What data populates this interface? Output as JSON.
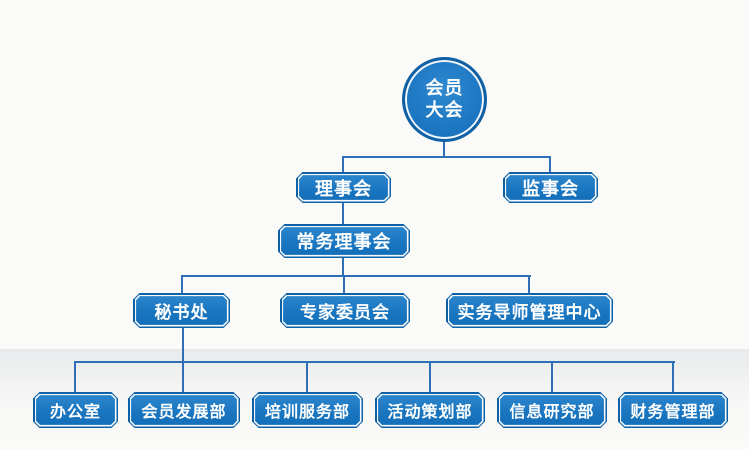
{
  "diagram": {
    "type": "organization-chart",
    "language": "zh-CN",
    "palette": {
      "node_fill": "#1a76c1",
      "node_fill_light": "#2b86cd",
      "node_border": "#0e61a7",
      "node_inner_outline": "#ffffff",
      "connector_line": "#2e6fb7",
      "label_text": "#ffffff",
      "background": "#fafaf8"
    },
    "nodes": {
      "root": {
        "line1": "会员",
        "line2": "大会",
        "label": "会员大会"
      },
      "council": "理事会",
      "supervisory_board": "监事会",
      "standing_council": "常务理事会",
      "secretariat": "秘书处",
      "expert_committee": "专家委员会",
      "mentor_center": "实务导师管理中心",
      "office": "办公室",
      "membership_dept": "会员发展部",
      "training_dept": "培训服务部",
      "event_dept": "活动策划部",
      "research_dept": "信息研究部",
      "finance_dept": "财务管理部"
    },
    "hierarchy": [
      {
        "parent": "会员大会",
        "children": [
          "理事会",
          "监事会"
        ]
      },
      {
        "parent": "理事会",
        "children": [
          "常务理事会"
        ]
      },
      {
        "parent": "常务理事会",
        "children": [
          "秘书处",
          "专家委员会",
          "实务导师管理中心"
        ]
      },
      {
        "parent": "秘书处",
        "children": [
          "办公室",
          "会员发展部",
          "培训服务部",
          "活动策划部",
          "信息研究部",
          "财务管理部"
        ]
      }
    ]
  }
}
